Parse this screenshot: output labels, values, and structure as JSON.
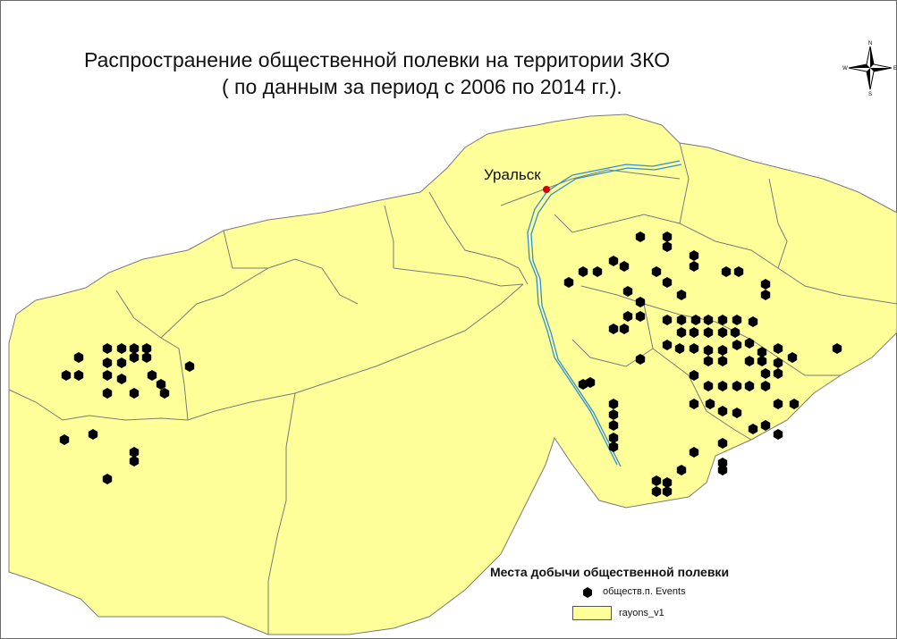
{
  "title": {
    "line1": "Распространение общественной полевки на территории ЗКО",
    "line2": "( по данным за период с 2006 по 2014 гг.)."
  },
  "city": {
    "name": "Уральск"
  },
  "compass": {
    "n": "N",
    "e": "E",
    "s": "S",
    "w": "W"
  },
  "legend": {
    "title": "Места добычи общественной полевки",
    "events_label": "обществ.п. Events",
    "rayons_label": "rayons_v1"
  },
  "colors": {
    "region_fill": "#ffff99",
    "region_stroke": "#7a7a7a",
    "river": "#2f8fd0",
    "event_dot": "#000000",
    "city_dot": "#d00000"
  }
}
